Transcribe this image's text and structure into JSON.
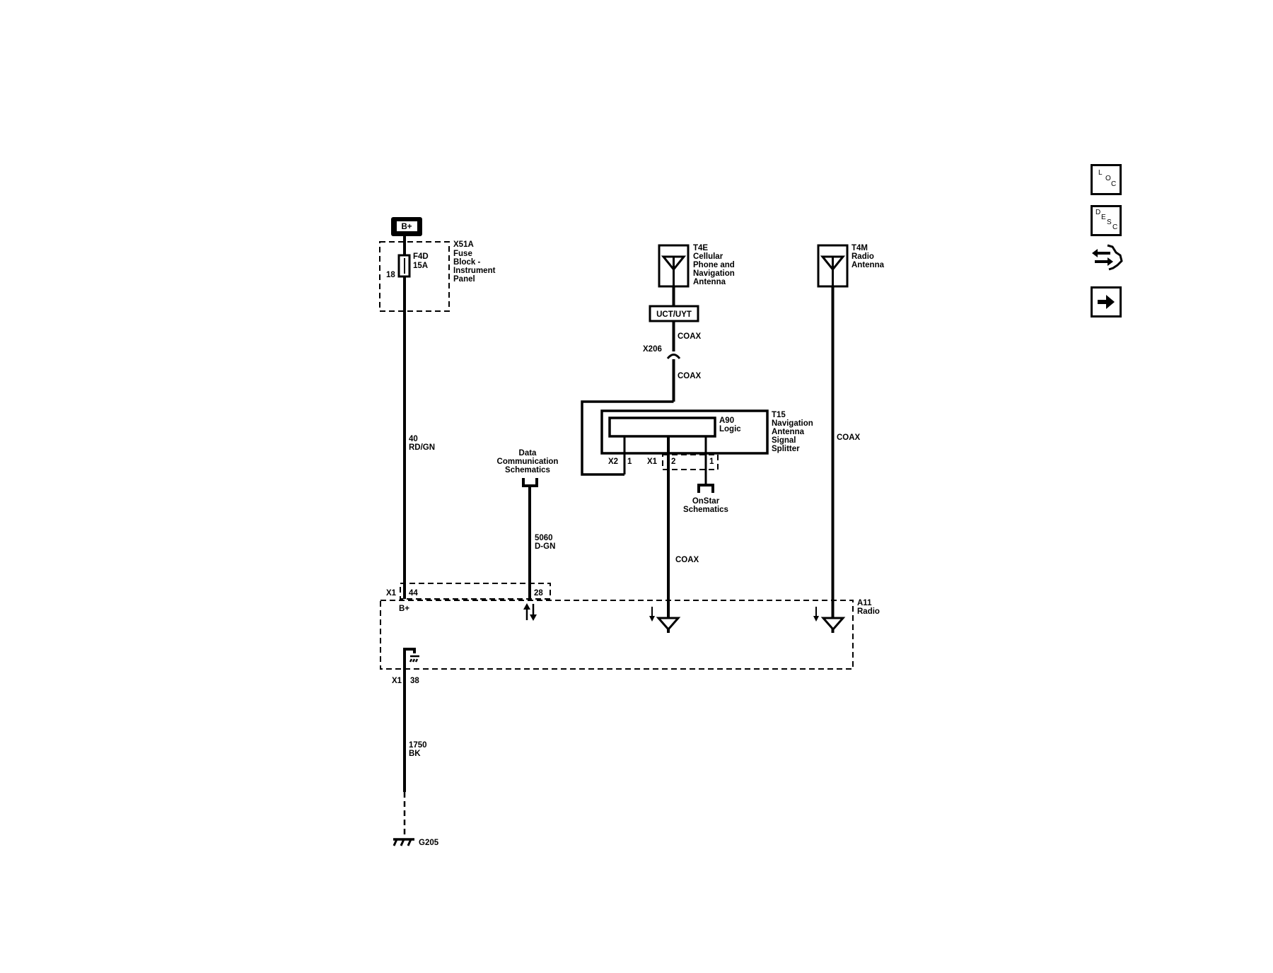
{
  "power": {
    "battery_label": "B+"
  },
  "fuse_block": {
    "id": "X51A",
    "name_lines": [
      "Fuse",
      "Block -",
      "Instrument",
      "Panel"
    ],
    "fuse_id": "F4D",
    "fuse_rating": "15A",
    "pin": "18"
  },
  "wires": {
    "power_circuit": "40",
    "power_color": "RD/GN",
    "data_circuit": "5060",
    "data_color": "D-GN",
    "ground_circuit": "1750",
    "ground_color": "BK",
    "coax_1": "COAX",
    "coax_2": "COAX",
    "coax_3": "COAX",
    "coax_4": "COAX"
  },
  "cell_antenna": {
    "id": "T4E",
    "name_lines": [
      "Cellular",
      "Phone and",
      "Navigation",
      "Antenna"
    ],
    "option_code": "UCT/UYT"
  },
  "connector_x206": "X206",
  "radio_antenna": {
    "id": "T4M",
    "name_lines": [
      "Radio",
      "Antenna"
    ]
  },
  "splitter": {
    "id": "T15",
    "name_lines": [
      "Navigation",
      "Antenna",
      "Signal",
      "Splitter"
    ],
    "logic_id": "A90",
    "logic_name": "Logic",
    "conn_x2": "X2",
    "conn_x2_pin": "1",
    "conn_x1": "X1",
    "conn_x1_pin_a": "2",
    "conn_x1_pin_b": "1"
  },
  "data_comm": {
    "lines": [
      "Data",
      "Communication",
      "Schematics"
    ]
  },
  "onstar": {
    "lines": [
      "OnStar",
      "Schematics"
    ]
  },
  "radio": {
    "id": "A11",
    "name": "Radio",
    "conn_top": "X1",
    "pin_power": "44",
    "pin_data": "28",
    "power_label": "B+",
    "conn_bottom": "X1",
    "pin_ground": "38"
  },
  "ground": {
    "id": "G205"
  },
  "nav": {
    "loc": {
      "letters": [
        "L",
        "O",
        "C"
      ]
    },
    "desc": {
      "letters": [
        "D",
        "E",
        "S",
        "C"
      ]
    }
  }
}
